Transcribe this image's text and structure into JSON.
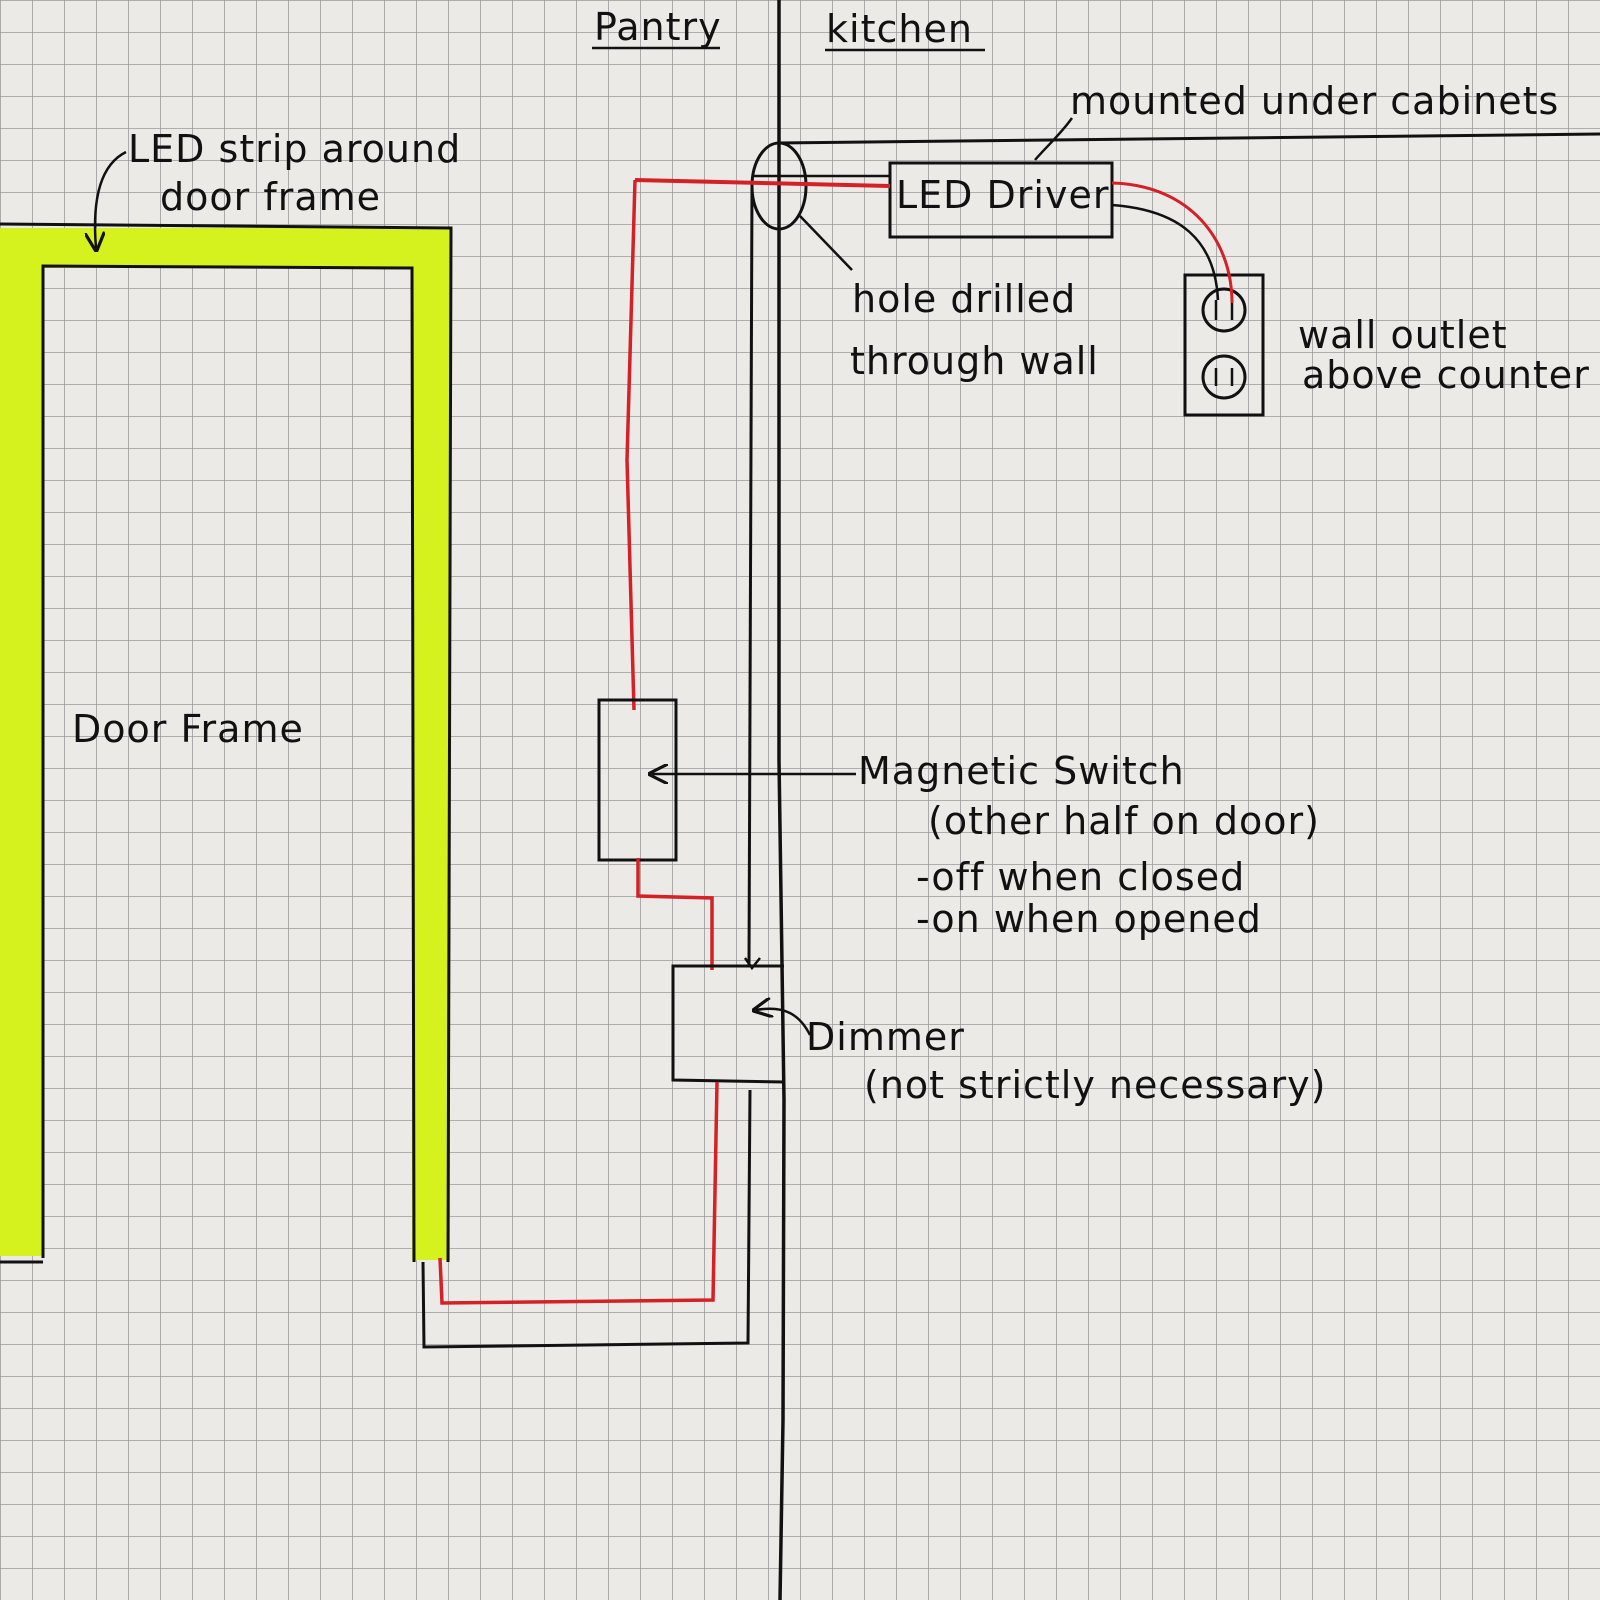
{
  "labels": {
    "pantry": "Pantry",
    "kitchen": "kitchen",
    "mounted_under_cabinets": "mounted under cabinets",
    "led_strip_line1": "LED strip around",
    "led_strip_line2": "door frame",
    "led_driver": "LED Driver",
    "hole_line1": "hole drilled",
    "hole_line2": "through wall",
    "outlet_line1": "wall outlet",
    "outlet_line2": "above counter",
    "door_frame": "Door Frame",
    "magnetic_switch_line1": "Magnetic Switch",
    "magnetic_switch_line2": "(other half on door)",
    "magnetic_switch_line3": "-off when closed",
    "magnetic_switch_line4": "-on when opened",
    "dimmer_line1": "Dimmer",
    "dimmer_line2": "(not strictly necessary)"
  },
  "colors": {
    "paper": "#eceae6",
    "grid": "#9a9a9a",
    "ink": "#111111",
    "wire_red": "#d42027",
    "led_strip": "#d6f21e"
  }
}
